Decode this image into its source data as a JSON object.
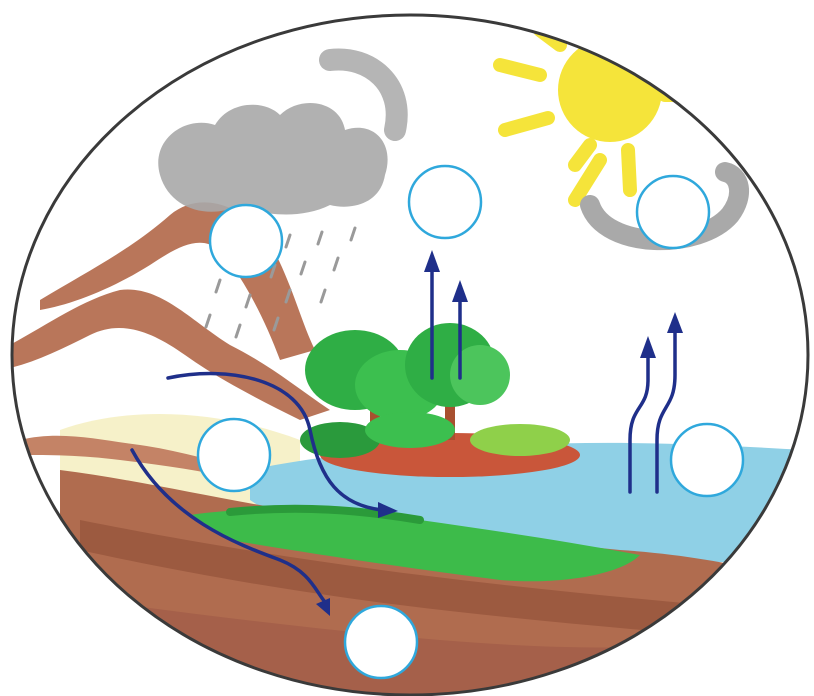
{
  "diagram": {
    "kind": "water-cycle",
    "scene_elements": [
      "cloud-icon",
      "rain-icon",
      "sun-icon",
      "tree-icon",
      "mountain-icon",
      "lake-icon",
      "ground-icon"
    ],
    "colors": {
      "outline": "#3a3a3a",
      "cloud": "#a9a9a9",
      "sun": "#f5e43a",
      "mountain": "#b9765a",
      "water": "#8fd0e6",
      "grass": "#3dbb4a",
      "tree": "#2fae45",
      "soil": "#a9634a",
      "arrow": "#1f2f8a",
      "label_circle_stroke": "#2fa8dc"
    },
    "blank_labels": [
      {
        "name": "label-precipitation"
      },
      {
        "name": "label-transpiration"
      },
      {
        "name": "label-condensation"
      },
      {
        "name": "label-runoff"
      },
      {
        "name": "label-evaporation"
      },
      {
        "name": "label-infiltration"
      }
    ]
  }
}
